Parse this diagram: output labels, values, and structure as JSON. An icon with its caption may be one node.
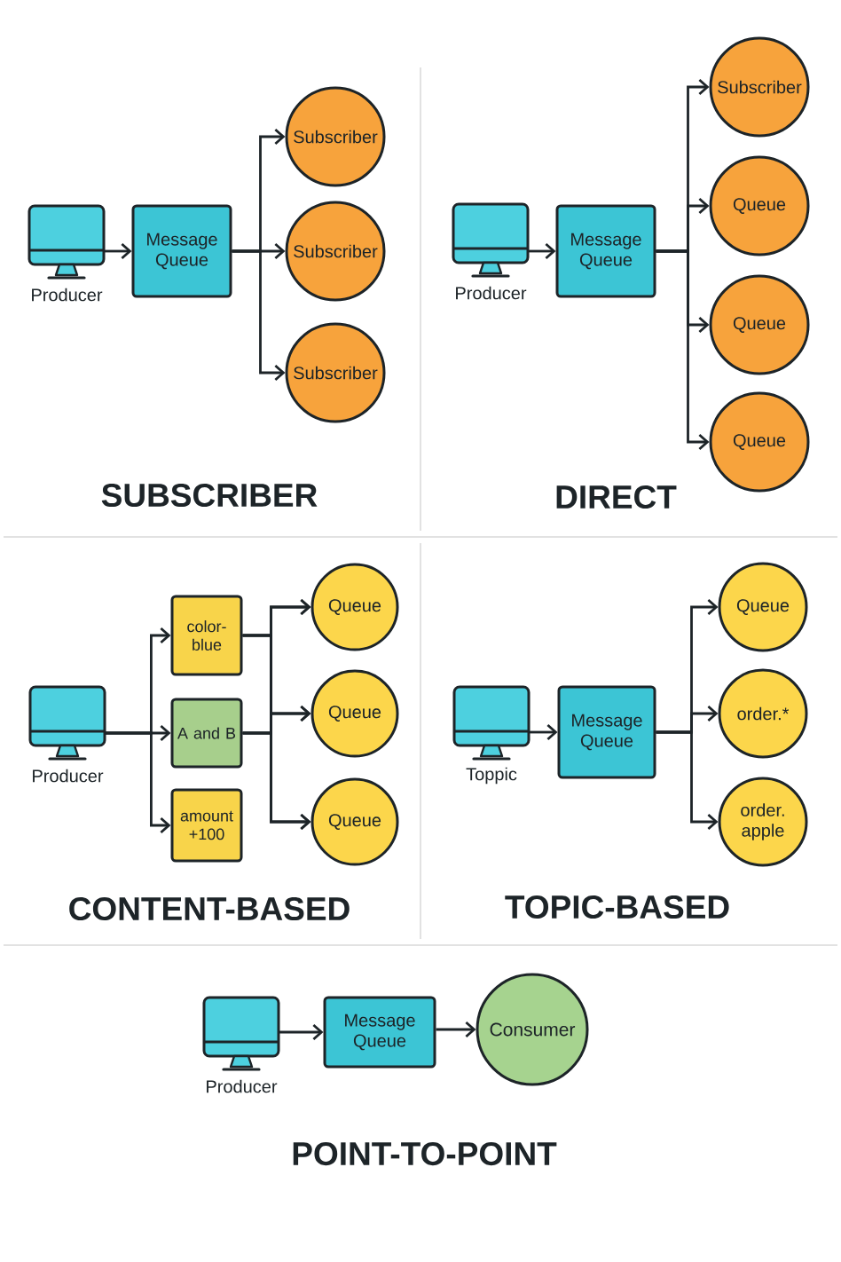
{
  "diagram": {
    "nodes": [
      {
        "text": [],
        "shape": "picture",
        "beside": [
          "Producer"
        ]
      },
      {
        "text": [
          "Message Queue"
        ]
      },
      {
        "text": [
          "Subscriber"
        ]
      },
      {
        "text": [
          "Subscriber"
        ]
      },
      {
        "text": [
          "Subscriber"
        ]
      },
      {
        "text": [],
        "shape": "picture",
        "beside": [
          "Producer"
        ]
      },
      {
        "text": [
          "Message Queue"
        ]
      },
      {
        "text": [
          "Subscriber"
        ]
      },
      {
        "text": [
          "Queue"
        ]
      },
      {
        "text": [
          "Queue"
        ]
      },
      {
        "text": [
          "Queue"
        ]
      },
      {
        "text": [],
        "shape": "picture",
        "beside": [
          "Producer"
        ]
      },
      {
        "text": [
          "color- blue"
        ]
      },
      {
        "text": [
          "A and B"
        ]
      },
      {
        "text": [
          "amount +100"
        ]
      },
      {
        "text": [
          "Queue"
        ]
      },
      {
        "text": [
          "Queue"
        ]
      },
      {
        "text": [
          "Queue"
        ]
      },
      {
        "text": [],
        "shape": "picture",
        "beside": [
          "Toppic"
        ]
      },
      {
        "text": [
          "Message Queue"
        ]
      },
      {
        "text": [
          "Queue"
        ]
      },
      {
        "text": [
          "order.*"
        ]
      },
      {
        "text": [
          "order. apple"
        ]
      },
      {
        "text": [],
        "shape": "picture",
        "beside": [
          "Producer"
        ]
      },
      {
        "text": [
          "Message Queue"
        ]
      },
      {
        "text": [
          "Consumer"
        ]
      }
    ],
    "edges": [
      {
        "from": 0,
        "to": 1,
        "arrow": "to"
      },
      {
        "from": 1,
        "to": 2,
        "arrow": "to"
      },
      {
        "from": 1,
        "to": 3,
        "arrow": "to"
      },
      {
        "from": 1,
        "to": 4,
        "arrow": "to"
      },
      {
        "from": 5,
        "to": 6,
        "arrow": "to"
      },
      {
        "from": 6,
        "to": 7,
        "arrow": "to"
      },
      {
        "from": 6,
        "to": 8,
        "arrow": "to"
      },
      {
        "from": 6,
        "to": 9,
        "arrow": "to"
      },
      {
        "from": 6,
        "to": 10,
        "arrow": "to"
      },
      {
        "from": 11,
        "to": 12,
        "arrow": "to"
      },
      {
        "from": 11,
        "to": 13,
        "arrow": "to"
      },
      {
        "from": 11,
        "to": 14,
        "arrow": "to"
      },
      {
        "from": 12,
        "to": 15,
        "arrow": "to"
      },
      {
        "from": 12,
        "to": 16,
        "arrow": "to"
      },
      {
        "from": 12,
        "to": 17,
        "arrow": "to"
      },
      {
        "from": 13,
        "to": 15,
        "arrow": "to"
      },
      {
        "from": 13,
        "to": 16,
        "arrow": "to"
      },
      {
        "from": 13,
        "to": 17,
        "arrow": "to"
      },
      {
        "from": 18,
        "to": 19,
        "arrow": "to"
      },
      {
        "from": 19,
        "to": 20,
        "arrow": "to"
      },
      {
        "from": 19,
        "to": 21,
        "arrow": "to"
      },
      {
        "from": 19,
        "to": 22,
        "arrow": "to"
      },
      {
        "from": 23,
        "to": 24,
        "arrow": "to"
      },
      {
        "from": 24,
        "to": 25,
        "arrow": "to"
      }
    ],
    "labels": [
      "SUBSCRIBER",
      "DIRECT",
      "CONTENT-BASED",
      "TOPIC-BASED",
      "POINT-TO-POINT"
    ]
  }
}
